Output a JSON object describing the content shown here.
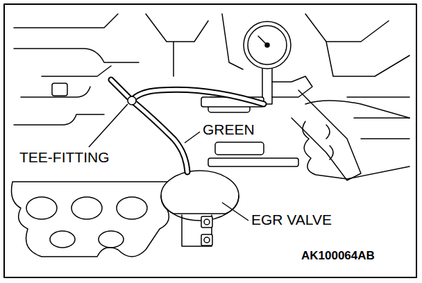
{
  "diagram": {
    "labels": [
      "GREEN",
      "TEE-FITTING",
      "EGR VALVE",
      "AK100064AB"
    ]
  }
}
